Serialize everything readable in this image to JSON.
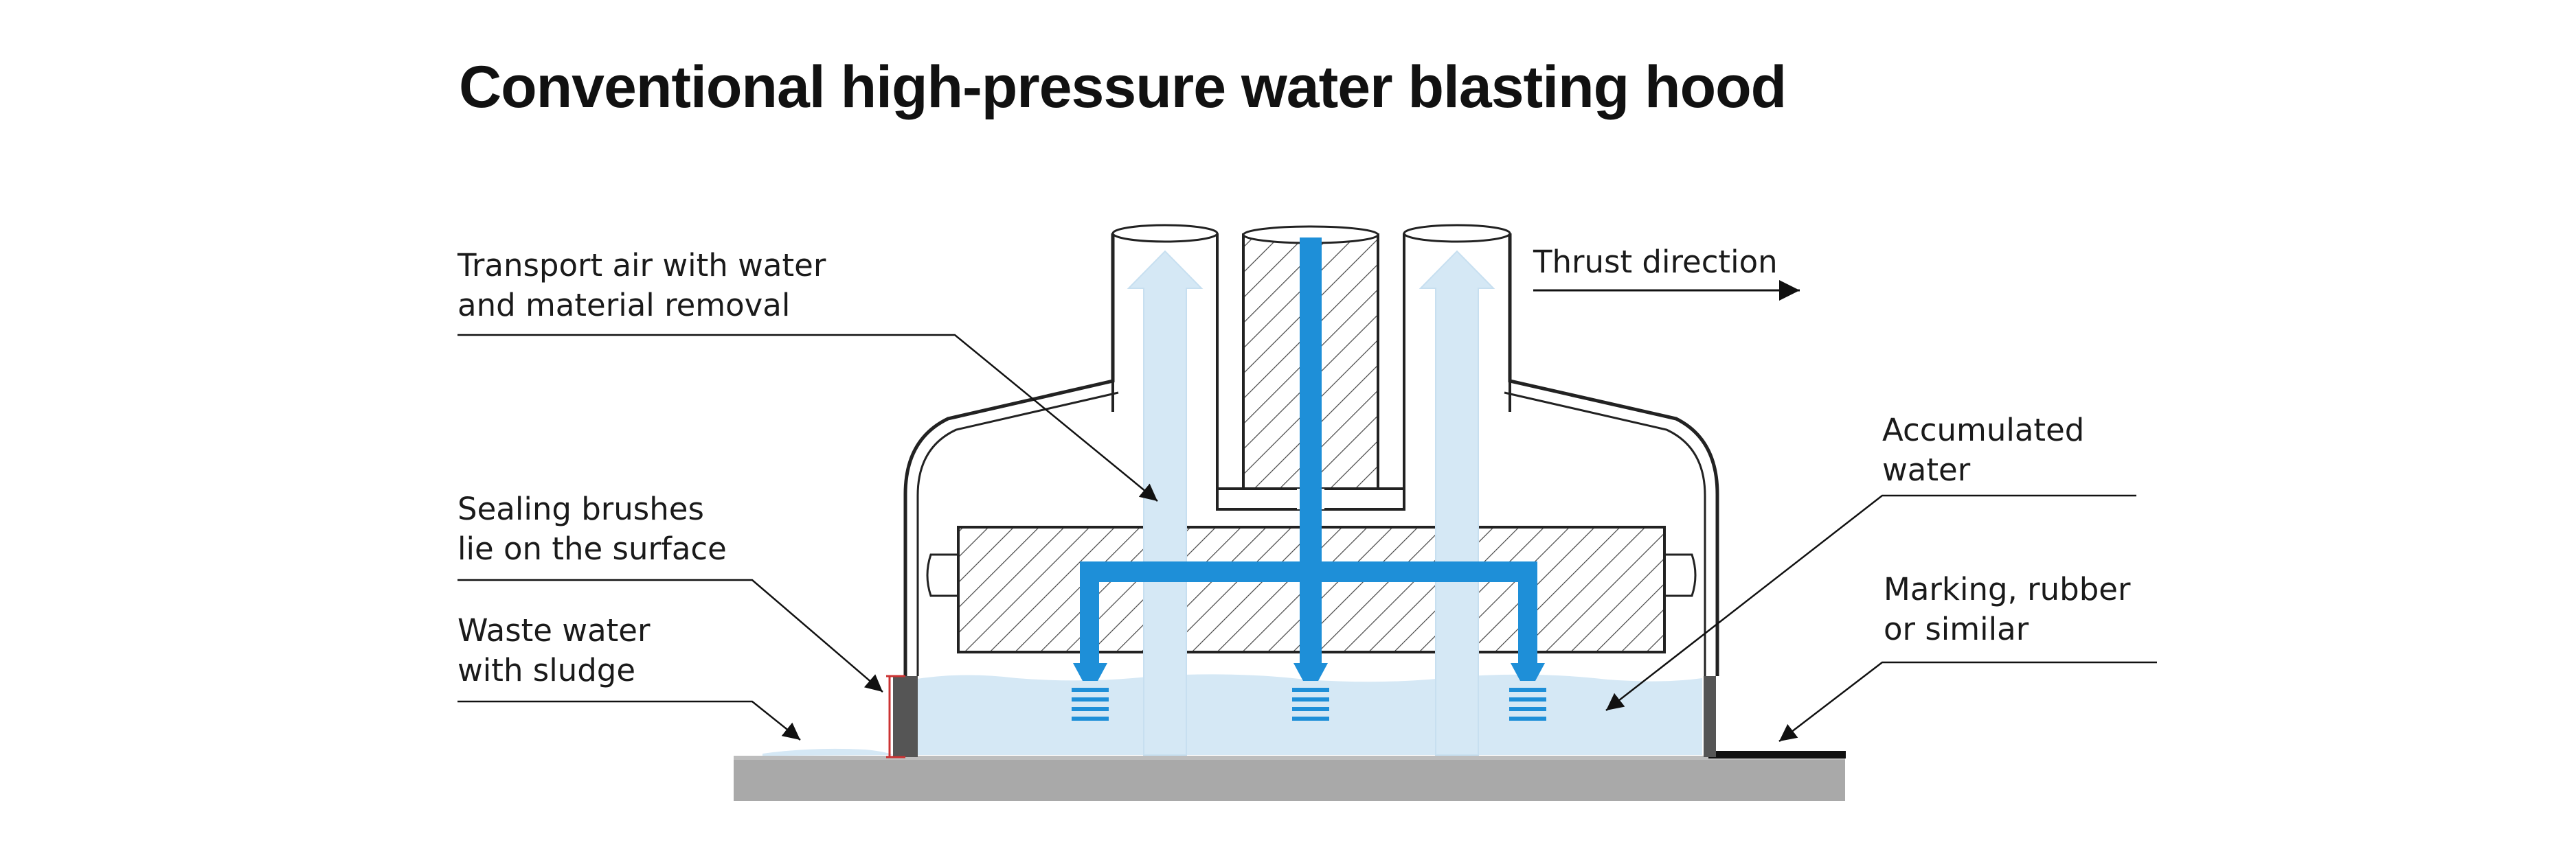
{
  "title": "Conventional high-pressure water blasting hood",
  "labels": {
    "transport_air": [
      "Transport air with water",
      "and material removal"
    ],
    "thrust": [
      "Thrust direction"
    ],
    "accumulated_water": [
      "Accumulated",
      "water"
    ],
    "sealing_brushes": [
      "Sealing brushes",
      "lie on the surface"
    ],
    "marking_rubber": [
      "Marking, rubber",
      "or similar"
    ],
    "waste_water": [
      "Waste water",
      "with sludge"
    ]
  },
  "colors": {
    "water_blue": "#1e8fd8",
    "water_light": "#d5e8f5",
    "outline": "#222222",
    "ground": "#a9a9a9",
    "brush_red": "#cc3333"
  }
}
